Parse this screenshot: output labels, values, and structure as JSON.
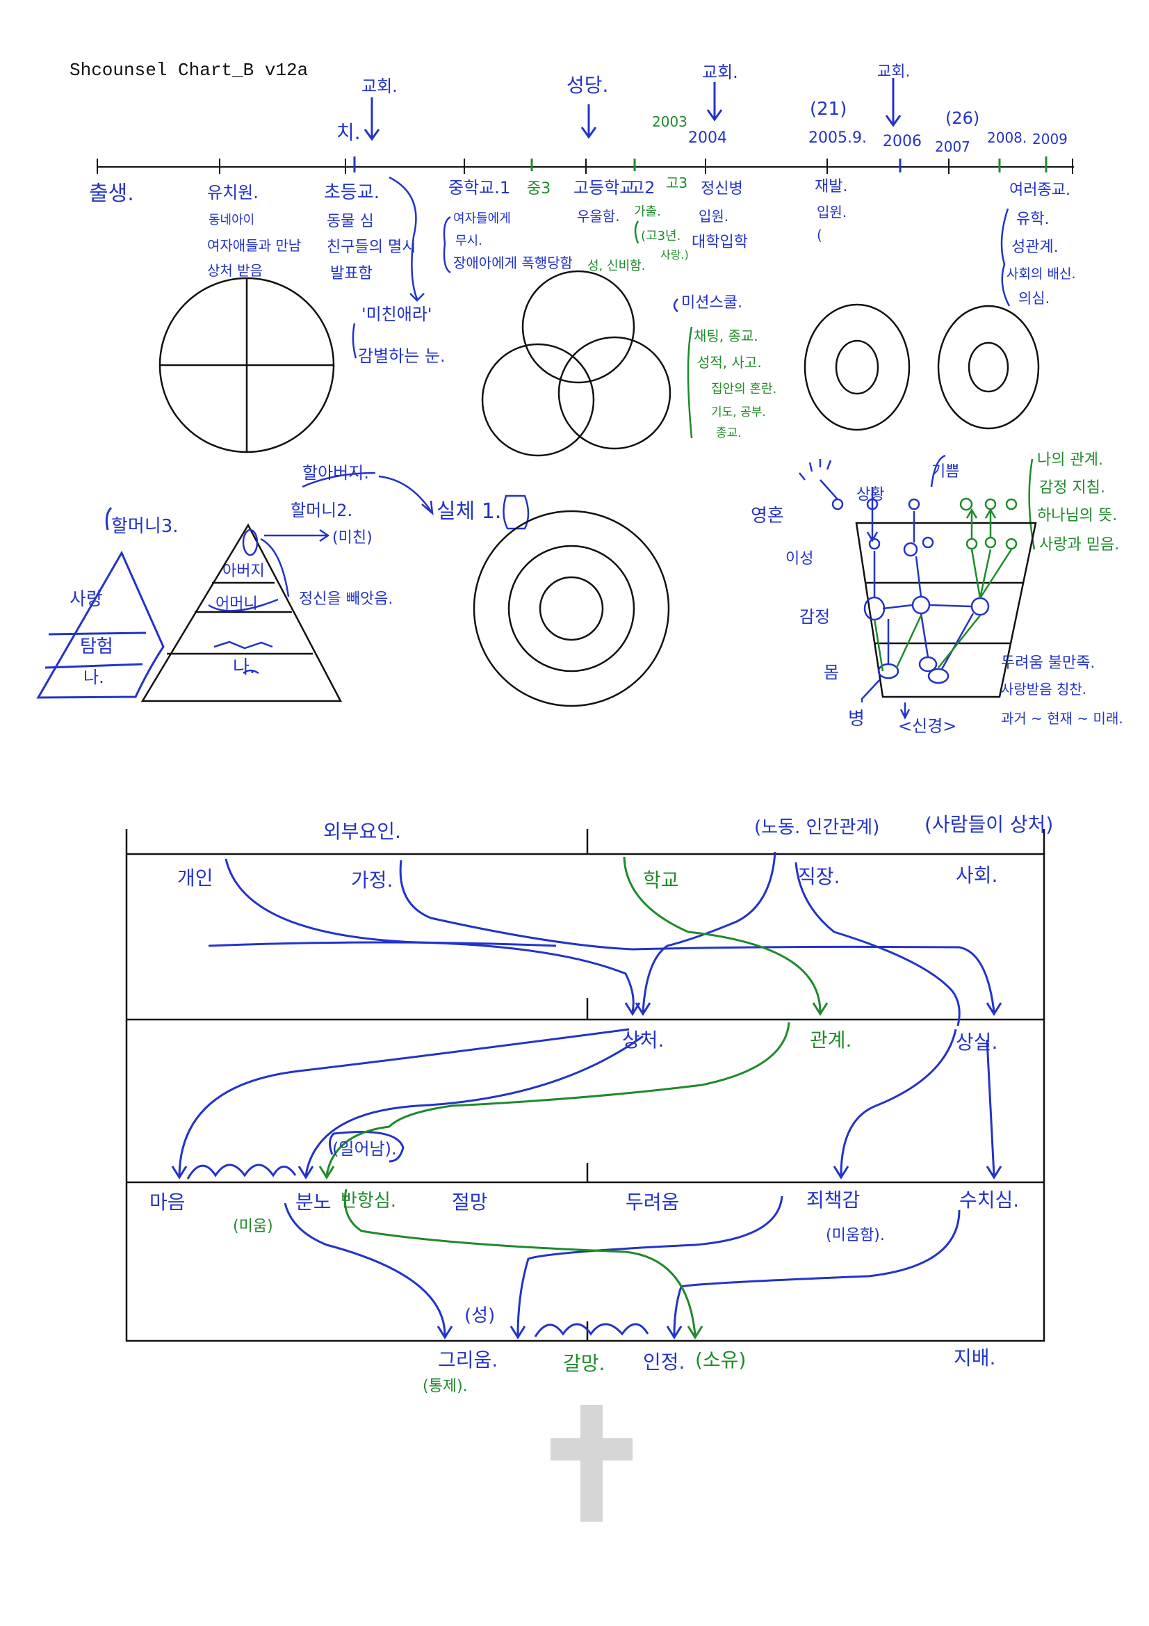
{
  "title": "Shcounsel Chart_B v12a",
  "colors": {
    "blue": "#2233c9",
    "green": "#1f8a2a",
    "black": "#111111",
    "cross": "#d6d6d6"
  },
  "timeline": {
    "top_labels": [
      {
        "text": "교회.",
        "color": "blue"
      },
      {
        "text": "치.",
        "color": "blue"
      },
      {
        "text": "성당.",
        "color": "blue"
      },
      {
        "text": "교회.",
        "color": "blue"
      },
      {
        "text": "2004",
        "color": "blue"
      },
      {
        "text": "2003",
        "color": "green"
      },
      {
        "text": "(21)",
        "color": "blue"
      },
      {
        "text": "2005.9.",
        "color": "blue"
      },
      {
        "text": "교회.",
        "color": "blue"
      },
      {
        "text": "2006",
        "color": "blue"
      },
      {
        "text": "(26)",
        "color": "blue"
      },
      {
        "text": "2007",
        "color": "blue"
      },
      {
        "text": "2008.",
        "color": "blue"
      },
      {
        "text": "2009",
        "color": "blue"
      }
    ],
    "stages": [
      {
        "text": "출생.",
        "color": "blue"
      },
      {
        "text": "유치원.",
        "color": "blue"
      },
      {
        "text": "초등교.",
        "color": "blue"
      },
      {
        "text": "중학교.1",
        "color": "blue"
      },
      {
        "text": "중3",
        "color": "green"
      },
      {
        "text": "고등학교",
        "color": "blue"
      },
      {
        "text": "고2",
        "color": "blue"
      },
      {
        "text": "고3",
        "color": "green"
      },
      {
        "text": "정신병",
        "color": "blue"
      },
      {
        "text": "재발.",
        "color": "blue"
      },
      {
        "text": "여러종교.",
        "color": "blue"
      }
    ],
    "notes": [
      {
        "text": "동네아이",
        "color": "blue"
      },
      {
        "text": "여자애들과 만남",
        "color": "blue"
      },
      {
        "text": "상처 받음",
        "color": "blue"
      },
      {
        "text": "동물 심",
        "color": "blue"
      },
      {
        "text": "친구들의 멸시",
        "color": "blue"
      },
      {
        "text": "발표함",
        "color": "blue"
      },
      {
        "text": "'미친애라'",
        "color": "blue"
      },
      {
        "text": "감별하는 눈.",
        "color": "blue"
      },
      {
        "text": "여자들에게",
        "color": "blue"
      },
      {
        "text": "무시.",
        "color": "blue"
      },
      {
        "text": "장애아에게 폭행당함",
        "color": "blue"
      },
      {
        "text": "우울함.",
        "color": "blue"
      },
      {
        "text": "가출.",
        "color": "green"
      },
      {
        "text": "(고3년.",
        "color": "green"
      },
      {
        "text": "사랑.)",
        "color": "green"
      },
      {
        "text": "성, 신비함.",
        "color": "green"
      },
      {
        "text": "입원.",
        "color": "blue"
      },
      {
        "text": "대학입학",
        "color": "blue"
      },
      {
        "text": "입원.",
        "color": "blue"
      },
      {
        "text": "(",
        "color": "blue"
      },
      {
        "text": "미션스쿨.",
        "color": "blue"
      },
      {
        "text": "채팅, 종교.",
        "color": "green"
      },
      {
        "text": "성적, 사고.",
        "color": "green"
      },
      {
        "text": "집안의 혼란.",
        "color": "green"
      },
      {
        "text": "기도, 공부.",
        "color": "green"
      },
      {
        "text": "종교.",
        "color": "green"
      },
      {
        "text": "유학.",
        "color": "blue"
      },
      {
        "text": "성관계.",
        "color": "blue"
      },
      {
        "text": "사회의 배신.",
        "color": "blue"
      },
      {
        "text": "의심.",
        "color": "blue"
      }
    ]
  },
  "pyramids": {
    "left_top": "할머니3.",
    "left_levels": [
      "사랑",
      "탐험",
      "나."
    ],
    "right_top": "할머니2.",
    "curved_top": "할아버지.",
    "mid_label": "(미친)",
    "right_levels": [
      "아버지",
      "어머니",
      "나."
    ],
    "side_note": "정신을 빼앗음."
  },
  "mid_circles_label": "실체 1.",
  "funnel": {
    "side_labels": [
      "영혼",
      "이성",
      "감정",
      "몸"
    ],
    "top_labels": [
      "상황",
      "기쁨"
    ],
    "bottom_label": "병",
    "bottom_note": "<신경>",
    "right_notes": [
      "나의 관계.",
      "감정 지침.",
      "하나님의 뜻.",
      "사랑과 믿음."
    ],
    "bottom_notes": [
      "두려움 불만족.",
      "사랑받음 칭찬.",
      "과거 ~ 현재 ~ 미래."
    ]
  },
  "lower": {
    "top_headers": [
      {
        "text": "외부요인.",
        "color": "blue"
      },
      {
        "text": "(노동. 인간관계)",
        "color": "blue"
      },
      {
        "text": "(사람들이 상처)",
        "color": "blue"
      }
    ],
    "row1": [
      {
        "text": "개인",
        "color": "blue"
      },
      {
        "text": "가정.",
        "color": "blue"
      },
      {
        "text": "학교",
        "color": "green"
      },
      {
        "text": "직장.",
        "color": "blue"
      },
      {
        "text": "사회.",
        "color": "blue"
      }
    ],
    "row2": [
      {
        "text": "상처.",
        "color": "blue"
      },
      {
        "text": "관계.",
        "color": "green"
      },
      {
        "text": "상실.",
        "color": "blue"
      }
    ],
    "row2_note": "(일어남).",
    "row3": [
      {
        "text": "마음",
        "color": "blue"
      },
      {
        "text": "분노",
        "color": "blue"
      },
      {
        "text": "반항심.",
        "color": "green"
      },
      {
        "text": "절망",
        "color": "blue"
      },
      {
        "text": "두려움",
        "color": "blue"
      },
      {
        "text": "죄책감",
        "color": "blue"
      },
      {
        "text": "수치심.",
        "color": "blue"
      }
    ],
    "row3_notes": [
      {
        "text": "(미움)",
        "color": "green"
      },
      {
        "text": "(미움함).",
        "color": "blue"
      }
    ],
    "row4_note": "(성)",
    "bottom": [
      {
        "text": "그리움.",
        "color": "blue"
      },
      {
        "text": "갈망.",
        "color": "green"
      },
      {
        "text": "인정.",
        "color": "blue"
      },
      {
        "text": "(소유)",
        "color": "green"
      },
      {
        "text": "지배.",
        "color": "blue"
      }
    ],
    "bottom_note": "(통제)."
  }
}
